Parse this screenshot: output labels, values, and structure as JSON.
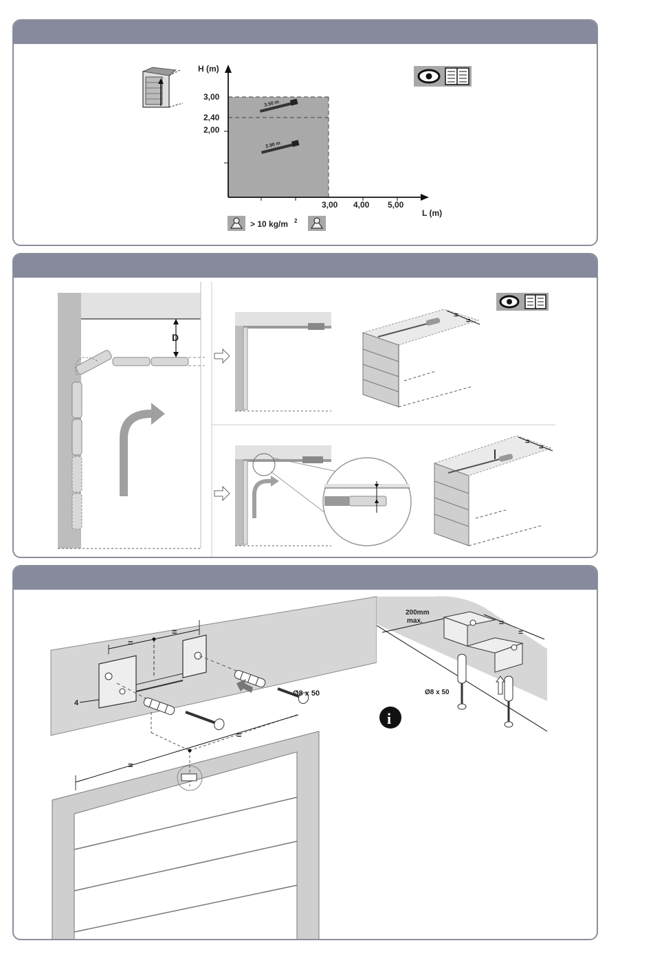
{
  "panel1": {
    "chart_data": {
      "type": "area",
      "xlabel": "L (m)",
      "ylabel": "H (m)",
      "y_ticks": [
        "3,00",
        "2,40",
        "2,00"
      ],
      "x_ticks": [
        "3,00",
        "4,00",
        "5,00"
      ],
      "rail_long": "3.50 m",
      "rail_short": "2.90 m",
      "weight_note": "> 10 kg/m"
    }
  },
  "panel2": {
    "dim_label": "D",
    "equal_sign": "="
  },
  "panel3": {
    "equal_sign": "=",
    "callout_number": "4",
    "screw_spec": "Ø8 x 50",
    "max_distance": "200mm",
    "max_suffix": "max.",
    "info_symbol": "i"
  }
}
